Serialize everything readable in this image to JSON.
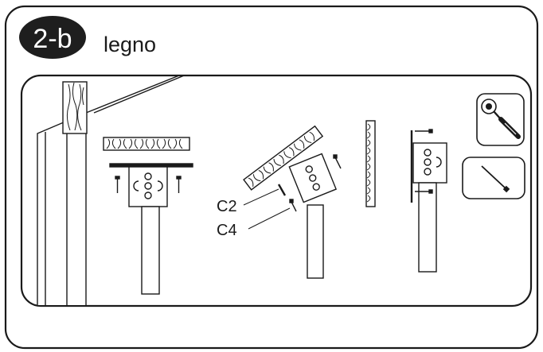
{
  "header": {
    "step_badge": "2-b",
    "material_label": "legno"
  },
  "callouts": {
    "c2": "C2",
    "c4": "C4"
  },
  "tools": {
    "tool_1": "ratchet-screwdriver-icon",
    "tool_2": "wood-screw-icon"
  },
  "colors": {
    "ink": "#1a1a1a",
    "badge": "#1e1e1e",
    "badge_text": "#ffffff",
    "paper": "#ffffff"
  }
}
